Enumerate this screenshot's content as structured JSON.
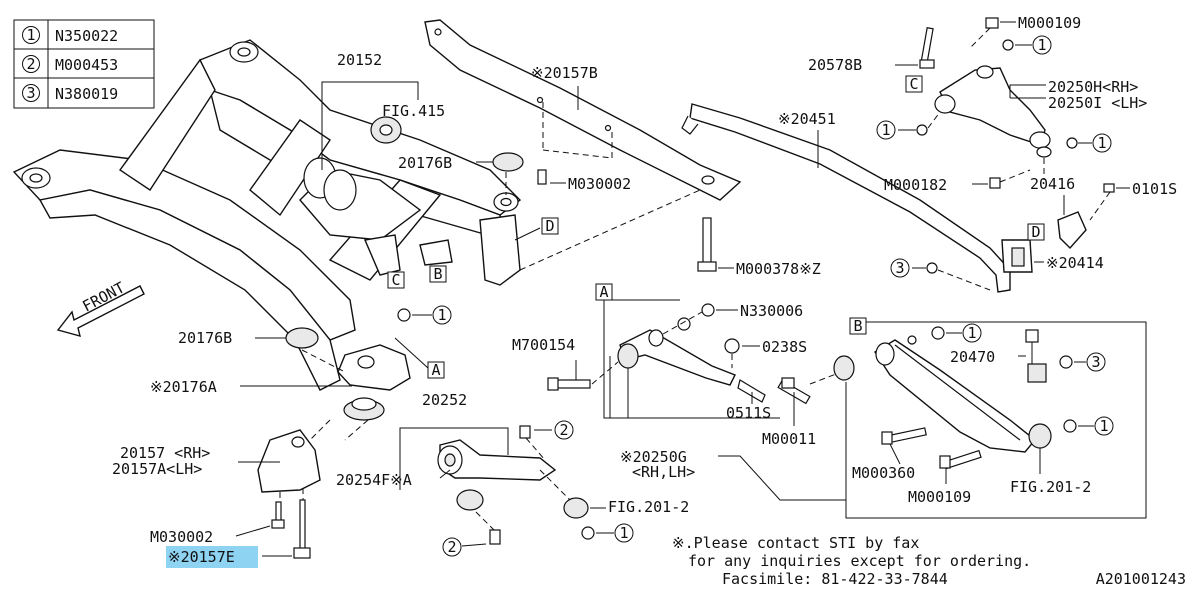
{
  "legend": [
    {
      "num": "1",
      "code": "N350022"
    },
    {
      "num": "2",
      "code": "M000453"
    },
    {
      "num": "3",
      "code": "N380019"
    }
  ],
  "callouts": {
    "p20152": "20152",
    "fig415": "FIG.415",
    "p20176B_top": "20176B",
    "p20157B": "※20157B",
    "m030002_top": "M030002",
    "m000378z": "M000378※Z",
    "p20451": "※20451",
    "m000109_top": "M000109",
    "p20578B": "20578B",
    "p20250H": "20250H<RH>",
    "p20250I": "20250I <LH>",
    "m000182": "M000182",
    "p20416": "20416",
    "p0101S": "0101S",
    "p20414": "※20414",
    "front": "FRONT",
    "p20176B_mid": "20176B",
    "p20176A": "※20176A",
    "p20252": "20252",
    "p20157_rh": "20157 <RH>",
    "p20157A_lh": "20157A<LH>",
    "p20254F": "20254F※A",
    "fig2012_a": "FIG.201-2",
    "m030002_bot": "M030002",
    "p20157E": "※20157E",
    "m700154": "M700154",
    "n330006": "N330006",
    "p0238S": "0238S",
    "p0511S": "0511S",
    "m00011": "M00011",
    "p20250G": "※20250G",
    "p20250G_sub": "<RH,LH>",
    "p20470": "20470",
    "m000360": "M000360",
    "m000109_bot": "M000109",
    "fig2012_b": "FIG.201-2"
  },
  "markers": {
    "one": "1",
    "two": "2",
    "three": "3",
    "A": "A",
    "B": "B",
    "C": "C",
    "D": "D"
  },
  "notes": {
    "line1": "※.Please contact STI by fax",
    "line2": "for any inquiries except for ordering.",
    "line3": "Facsimile: 81-422-33-7844"
  },
  "diagram_id": "A201001243",
  "highlight_color": "#8fd3f2"
}
